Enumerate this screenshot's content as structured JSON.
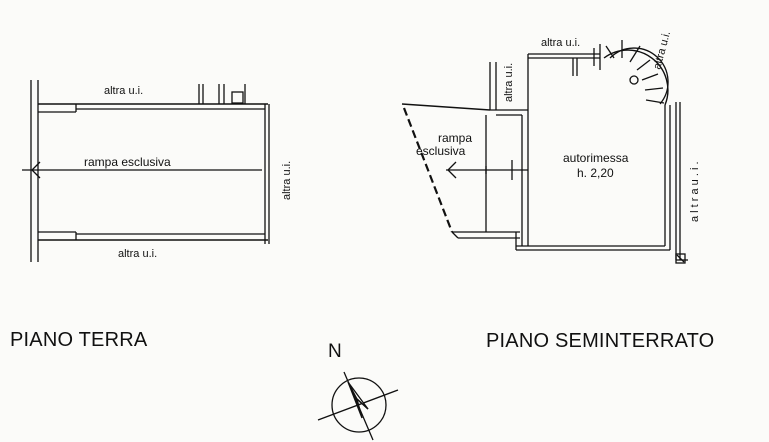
{
  "ground_floor": {
    "label_top": "altra u.i.",
    "label_bottom": "altra u.i.",
    "label_right": "altra u.i.",
    "ramp": "rampa esclusiva",
    "title": "PIANO TERRA"
  },
  "basement": {
    "label_top": "altra u.i.",
    "label_left": "altra u.i.",
    "label_stair": "altra u.i.",
    "label_right": "a l t r a   u . i .",
    "ramp_line1": "rampa",
    "ramp_line2": "esclusiva",
    "garage_name": "autorimessa",
    "garage_height": "h. 2,20",
    "title": "PIANO SEMINTERRATO"
  },
  "compass": {
    "north": "N"
  },
  "colors": {
    "ink": "#111111",
    "paper": "#fbfbf9"
  }
}
